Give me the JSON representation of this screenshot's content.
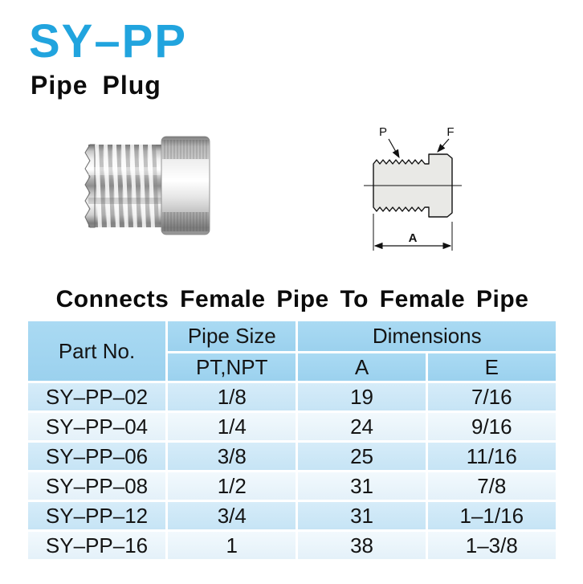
{
  "brand": {
    "title": "SY–PP",
    "subtitle": "Pipe Plug",
    "accent_color": "#21a4de"
  },
  "section": {
    "heading": "Connects Female Pipe To Female Pipe"
  },
  "diagram": {
    "p_label": "P",
    "f_label": "F",
    "a_label": "A"
  },
  "table": {
    "colors": {
      "header_bg": "#a2d6f0",
      "row_odd_bg": "#cde8f7",
      "row_even_bg": "#edf6fc",
      "gridline": "#ffffff"
    },
    "headers": {
      "part_no": "Part No.",
      "pipe_size": "Pipe Size",
      "dimensions": "Dimensions",
      "pt_npt": "PT,NPT",
      "a": "A",
      "e": "E"
    },
    "rows": [
      {
        "part_no": "SY–PP–02",
        "pt_npt": "1/8",
        "a": "19",
        "e": "7/16"
      },
      {
        "part_no": "SY–PP–04",
        "pt_npt": "1/4",
        "a": "24",
        "e": "9/16"
      },
      {
        "part_no": "SY–PP–06",
        "pt_npt": "3/8",
        "a": "25",
        "e": "11/16"
      },
      {
        "part_no": "SY–PP–08",
        "pt_npt": "1/2",
        "a": "31",
        "e": "7/8"
      },
      {
        "part_no": "SY–PP–12",
        "pt_npt": "3/4",
        "a": "31",
        "e": "1–1/16"
      },
      {
        "part_no": "SY–PP–16",
        "pt_npt": "1",
        "a": "38",
        "e": "1–3/8"
      }
    ]
  }
}
